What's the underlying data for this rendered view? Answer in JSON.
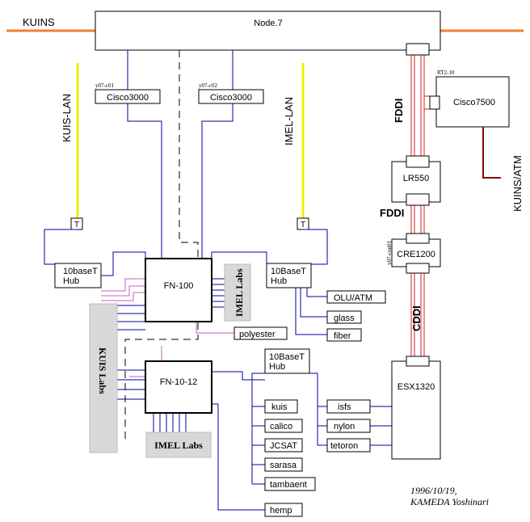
{
  "network": {
    "title_node": "Node.7",
    "kuins_label": "KUINS",
    "kuis_lan_label": "KUIS-LAN",
    "imel_lan_label": "IMEL-LAN",
    "fddi_label_1": "FDDI",
    "fddi_label_2": "FDDI",
    "cddi_label": "CDDI",
    "kuins_atm_label": "KUINS/ATM"
  },
  "routers": {
    "cisco_left": {
      "tag": "y07-c01",
      "label": "Cisco3000"
    },
    "cisco_right": {
      "tag": "y07-c02",
      "label": "Cisco3000"
    },
    "cisco7500": {
      "tag": "RT2-10",
      "label": "Cisco7500"
    },
    "lr550": {
      "label": "LR550"
    },
    "cre1200": {
      "tag": "y07-con01",
      "label": "CRE1200"
    },
    "esx1320": {
      "label": "ESX1320"
    }
  },
  "switches": {
    "fn100": "FN-100",
    "fn1012": "FN-10-12"
  },
  "transceivers": {
    "left": "T",
    "right": "T"
  },
  "hubs": {
    "left": {
      "line1": "10baseT",
      "line2": "Hub"
    },
    "right": {
      "line1": "10BaseT",
      "line2": "Hub"
    },
    "lower": {
      "line1": "10BaseT",
      "line2": "Hub"
    }
  },
  "labs": {
    "kuis": "KUIS Labs",
    "imel_upper": "IMEL Labs",
    "imel_lower": "IMEL Labs"
  },
  "hosts": {
    "olu_atm": "OLU/ATM",
    "glass": "glass",
    "fiber": "fiber",
    "polyester": "polyester",
    "kuis": "kuis",
    "calico": "calico",
    "jcsat": "JCSAT",
    "sarasa": "sarasa",
    "tambaent": "tambaent",
    "hemp": "hemp",
    "isfs": "isfs",
    "nylon": "nylon",
    "tetoron": "tetoron"
  },
  "signature": {
    "date": "1996/10/19,",
    "author": "KAMEDA Yoshinari"
  },
  "colors": {
    "kuins_line": "#f08030",
    "lan_line": "#f0f000",
    "link_blue": "#0000a0",
    "link_pink": "#c060c0",
    "fddi_red": "#d02020",
    "atm_brown": "#801010",
    "lab_fill": "#d8d8d8"
  }
}
